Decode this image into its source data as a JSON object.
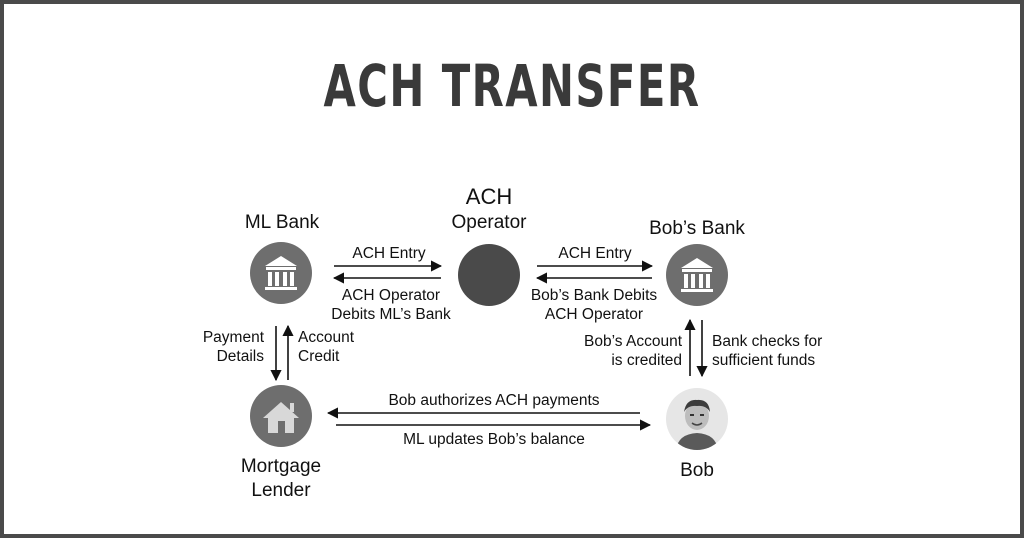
{
  "title": "ACH TRANSFER",
  "nodes": {
    "ml_bank": "ML Bank",
    "ach_operator_1": "ACH",
    "ach_operator_2": "Operator",
    "bobs_bank": "Bob’s Bank",
    "mortgage_lender_1": "Mortgage",
    "mortgage_lender_2": "Lender",
    "bob": "Bob"
  },
  "edges": {
    "ml_to_op_top": "ACH Entry",
    "ml_to_op_bottom_1": "ACH Operator",
    "ml_to_op_bottom_2": "Debits ML’s Bank",
    "op_to_bob_top": "ACH Entry",
    "op_to_bob_bottom_1": "Bob’s Bank Debits",
    "op_to_bob_bottom_2": "ACH Operator",
    "ml_left_1": "Payment",
    "ml_left_2": "Details",
    "ml_right_1": "Account",
    "ml_right_2": "Credit",
    "bob_left_1": "Bob’s Account",
    "bob_left_2": "is credited",
    "bob_right_1": "Bank checks for",
    "bob_right_2": "sufficient funds",
    "bottom_top": "Bob authorizes ACH payments",
    "bottom_bottom": "ML updates Bob’s balance"
  },
  "colors": {
    "node_fill": "#6e6e6e",
    "operator_fill": "#4a4a4a",
    "border": "#4a4a4a"
  },
  "icons": {
    "ml_bank": "bank-icon",
    "bobs_bank": "bank-icon",
    "mortgage_lender": "house-icon",
    "bob": "person-avatar-icon"
  }
}
